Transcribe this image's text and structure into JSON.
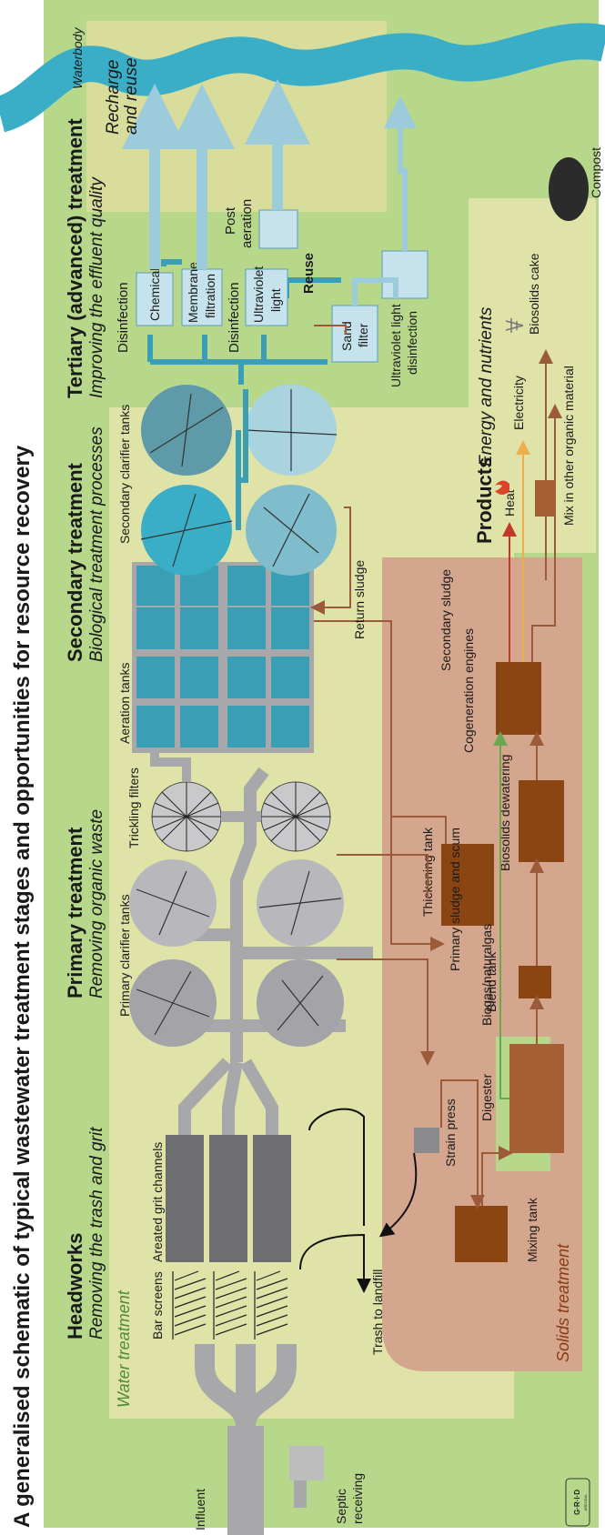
{
  "title": "A generalised schematic of typical wastewater treatment stages and opportunities for resource recovery",
  "waterbody": "Waterbody",
  "zones": {
    "water": "Water treatment",
    "solids": "Solids treatment"
  },
  "stages": {
    "headworks": {
      "title": "Headworks",
      "subtitle": "Removing the trash and grit"
    },
    "primary": {
      "title": "Primary treatment",
      "subtitle": "Removing organic waste"
    },
    "secondary": {
      "title": "Secondary treatment",
      "subtitle": "Biological treatment processes"
    },
    "tertiary": {
      "title": "Tertiary (advanced) treatment",
      "subtitle": "Improving the effluent quality"
    }
  },
  "labels": {
    "influent": "Influent",
    "septic_1": "Septic",
    "septic_2": "receiving",
    "trash": "Trash to landfill",
    "bar_screens": "Bar screens",
    "grit_channels": "Areated grit channels",
    "primary_clarifiers": "Primary clarifier tanks",
    "trickling_filters": "Trickling filters",
    "aeration_tanks": "Aeration tanks",
    "secondary_clarifiers": "Secondary clarifier tanks",
    "return_sludge": "Return sludge",
    "secondary_sludge": "Secondary sludge",
    "primary_sludge": "Primary sludge and scum",
    "strain_press": "Strain press",
    "mixing_tank": "Mixing tank",
    "digester": "Digester",
    "biogas": "Biogas/naturalgas",
    "blend_tank": "Blend tank",
    "thickening_tank": "Thickening tank",
    "biosolids_dewatering": "Biosolids dewatering",
    "cogeneration": "Cogeneration engines",
    "disinfection_1": "Disinfection",
    "disinfection_2": "Disinfection",
    "chemical": "Chemical",
    "membrane_1": "Membrane",
    "membrane_2": "filtration",
    "uv_1": "Ultraviolet",
    "uv_2": "light",
    "post_1": "Post",
    "post_2": "aeration",
    "reuse": "Reuse",
    "sand_1": "Sand",
    "sand_2": "filter",
    "uvdis_1": "Ultraviolet light",
    "uvdis_2": "disinfection",
    "recharge_1": "Recharge",
    "recharge_2": "and reuse"
  },
  "products": {
    "title": "Products",
    "subtitle": "Energy and nutrients",
    "heat": "Heat",
    "electricity": "Electricity",
    "biosolids_cake": "Biosolids cake",
    "compost": "Compost",
    "mix": "Mix in other organic material"
  },
  "logo": "G·R·I·D",
  "logo_sub": "ARENDAL",
  "colors": {
    "land": "#b7d88b",
    "water_zone": "#dfe3a8",
    "solids_zone": "#d4a68e",
    "river": "#3aaec6",
    "grey_dark": "#6e6e70",
    "brown": "#8b4513",
    "teal": "#3a9fb5"
  }
}
